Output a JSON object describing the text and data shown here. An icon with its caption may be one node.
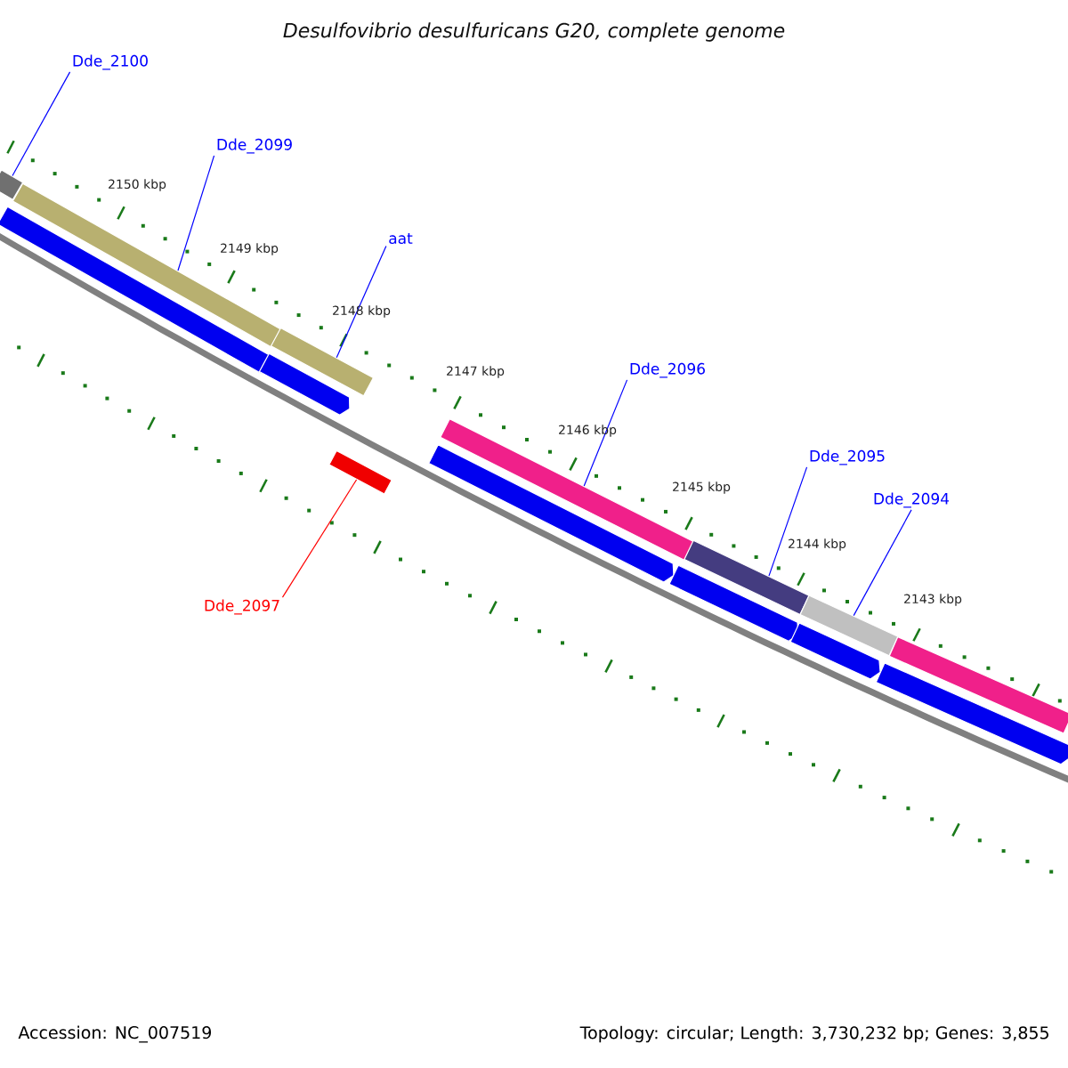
{
  "diagram": {
    "title": "Desulfovibrio desulfuricans G20, complete genome",
    "nodes": [
      {
        "text": [
          "Dde_2100"
        ]
      },
      {
        "text": [
          "Dde_2099"
        ]
      },
      {
        "text": [
          "aat"
        ]
      },
      {
        "text": [
          "Dde_2096"
        ]
      },
      {
        "text": [
          "Dde_2095"
        ]
      },
      {
        "text": [
          "Dde_2094"
        ]
      },
      {
        "text": [
          "Dde_2097"
        ]
      },
      {
        "text": [],
        "shape": "bar"
      },
      {
        "text": [],
        "shape": "arrow"
      },
      {
        "text": [],
        "shape": "bar"
      },
      {
        "text": [],
        "shape": "arrow"
      },
      {
        "text": [],
        "shape": "bar"
      },
      {
        "text": [],
        "shape": "bar"
      },
      {
        "text": [],
        "shape": "arrow"
      },
      {
        "text": [],
        "shape": "bar"
      },
      {
        "text": [],
        "shape": "arrow"
      },
      {
        "text": [],
        "shape": "bar"
      },
      {
        "text": [],
        "shape": "arrow"
      },
      {
        "text": [],
        "shape": "bar"
      },
      {
        "text": [],
        "shape": "arrow"
      },
      {
        "text": [],
        "shape": "bar"
      }
    ],
    "edges": [
      {
        "from": 0,
        "to": 7,
        "arrow": "none"
      },
      {
        "from": 1,
        "to": 9,
        "arrow": "none"
      },
      {
        "from": 2,
        "to": 11,
        "arrow": "none"
      },
      {
        "from": 3,
        "to": 14,
        "arrow": "none"
      },
      {
        "from": 4,
        "to": 16,
        "arrow": "none"
      },
      {
        "from": 5,
        "to": 18,
        "arrow": "none"
      },
      {
        "from": 6,
        "to": 12,
        "arrow": "none",
        "color": "#ff0000"
      }
    ],
    "labels": [
      "2150 kbp",
      "2149 kbp",
      "2148 kbp",
      "2147 kbp",
      "2146 kbp",
      "2145 kbp",
      "2144 kbp",
      "2143 kbp",
      "Accession: NC_007519",
      "Topology: circular; Length: 3,730,232 bp; Genes: 3,855"
    ]
  }
}
